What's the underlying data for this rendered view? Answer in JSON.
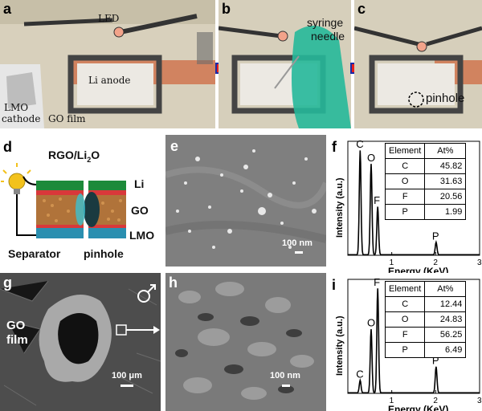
{
  "panels": {
    "a": {
      "label": "a",
      "led": "LED",
      "li_anode": "Li anode",
      "lmo_cathode_1": "LMO",
      "lmo_cathode_2": "cathode",
      "go_film": "GO film"
    },
    "b": {
      "label": "b",
      "syringe_1": "syringe",
      "syringe_2": "needle"
    },
    "c": {
      "label": "c",
      "pinhole": "pinhole"
    },
    "d": {
      "label": "d",
      "rgo_li2o": "RGO/Li",
      "rgo_li2o_sub": "2",
      "rgo_li2o_end": "O",
      "li": "Li",
      "go": "GO",
      "lmo": "LMO",
      "separator": "Separator",
      "pinhole": "pinhole"
    },
    "e": {
      "label": "e",
      "scale": "100 nm"
    },
    "f": {
      "label": "f"
    },
    "g": {
      "label": "g",
      "go_film_1": "GO",
      "go_film_2": "film",
      "scale": "100 μm"
    },
    "h": {
      "label": "h",
      "scale": "100 nm"
    },
    "i": {
      "label": "i"
    }
  },
  "colors": {
    "arrow_fill": "#e8201c",
    "arrow_edge": "#1a2aa8",
    "li_layer": "#1d8a3a",
    "go_layer": "#d9383a",
    "lmo_layer": "#2a8fb0",
    "separator": "#b0733a",
    "bulb": "#f3c21c"
  },
  "chart_data": [
    {
      "type": "line",
      "panel": "f",
      "xlabel": "Energy (KeV)",
      "ylabel": "Intensity (a.u.)",
      "xlim": [
        0,
        3
      ],
      "x_ticks": [
        "1",
        "2",
        "3"
      ],
      "peaks": [
        {
          "element": "C",
          "x": 0.28,
          "height": 1.0
        },
        {
          "element": "O",
          "x": 0.53,
          "height": 0.87
        },
        {
          "element": "F",
          "x": 0.68,
          "height": 0.46
        },
        {
          "element": "P",
          "x": 2.01,
          "height": 0.12
        }
      ],
      "table": {
        "headers": [
          "Element",
          "At%"
        ],
        "rows": [
          [
            "C",
            "45.82"
          ],
          [
            "O",
            "31.63"
          ],
          [
            "F",
            "20.56"
          ],
          [
            "P",
            "1.99"
          ]
        ]
      }
    },
    {
      "type": "line",
      "panel": "i",
      "xlabel": "Energy (KeV)",
      "ylabel": "Intensity (a.u.)",
      "xlim": [
        0,
        3
      ],
      "x_ticks": [
        "1",
        "2",
        "3"
      ],
      "peaks": [
        {
          "element": "C",
          "x": 0.28,
          "height": 0.12
        },
        {
          "element": "O",
          "x": 0.53,
          "height": 0.61
        },
        {
          "element": "F",
          "x": 0.68,
          "height": 1.0
        },
        {
          "element": "P",
          "x": 2.01,
          "height": 0.25
        }
      ],
      "table": {
        "headers": [
          "Element",
          "At%"
        ],
        "rows": [
          [
            "C",
            "12.44"
          ],
          [
            "O",
            "24.83"
          ],
          [
            "F",
            "56.25"
          ],
          [
            "P",
            "6.49"
          ]
        ]
      }
    }
  ]
}
